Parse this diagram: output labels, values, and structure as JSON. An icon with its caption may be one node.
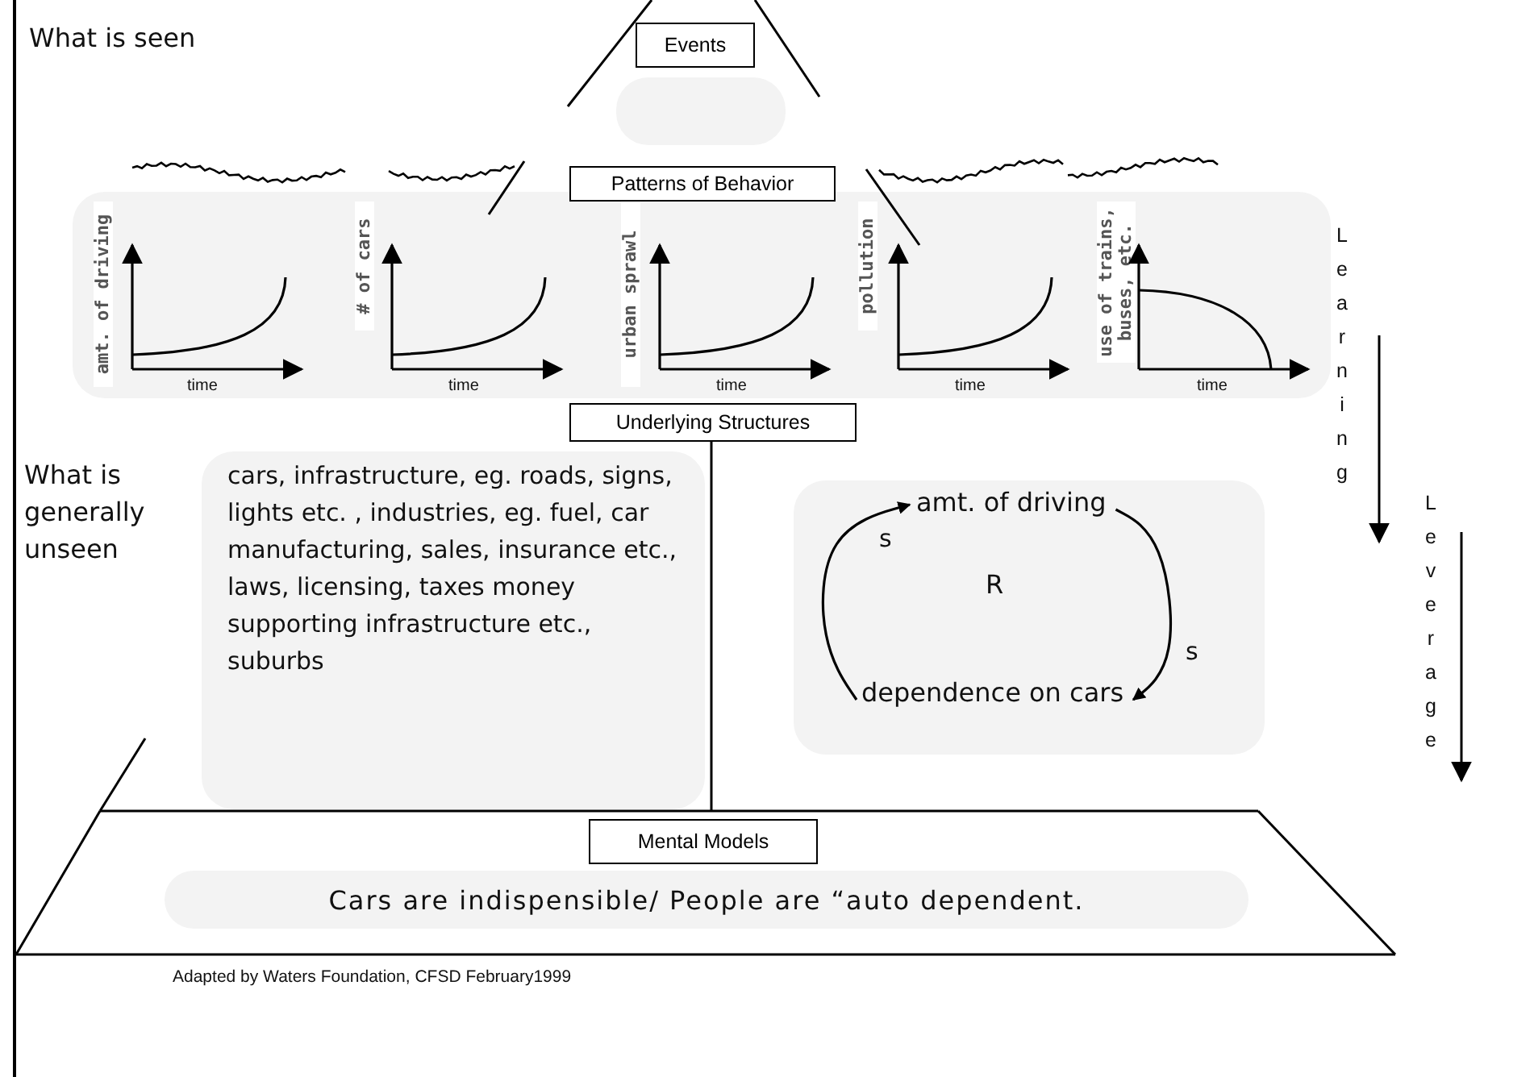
{
  "diagram": {
    "nodes": [
      {
        "text": [
          "Events"
        ]
      },
      {
        "text": [],
        "shape": "box"
      },
      {
        "text": [
          "Patterns of Behavior"
        ]
      },
      {
        "text": [],
        "shape": "box"
      },
      {
        "text": [
          "Underlying Structures"
        ]
      },
      {
        "text": [
          "cars, infrastructure, eg. roads, signs, lights etc. , industries, eg. fuel, car manufacturing, sales, insurance etc., laws, licensing, taxes money supporting infrastructure etc., suburbs"
        ]
      },
      {
        "text": [],
        "shape": "box"
      },
      {
        "text": [
          "amt. of driving"
        ],
        "in": 6
      },
      {
        "text": [
          "dependence on cars"
        ],
        "in": 6
      },
      {
        "text": [
          "Mental Models"
        ]
      },
      {
        "text": [
          "Cars are indispensible/ People are “auto dependent."
        ]
      }
    ],
    "edges": [
      {
        "from": 8,
        "to": 7,
        "arrow": "to",
        "label": "s"
      },
      {
        "from": 7,
        "to": 8,
        "arrow": "to",
        "label": "s"
      }
    ],
    "labels": [
      "What is seen",
      "amt. of driving",
      "time",
      "# of cars",
      "time",
      "urban sprawl",
      "time",
      "pollution",
      "time",
      "use of trains, buses, etc.",
      "time",
      "Learning",
      "What is generally unseen",
      "R",
      "Leverage",
      "Adapted by Waters Foundation, CFSD February1999"
    ]
  }
}
